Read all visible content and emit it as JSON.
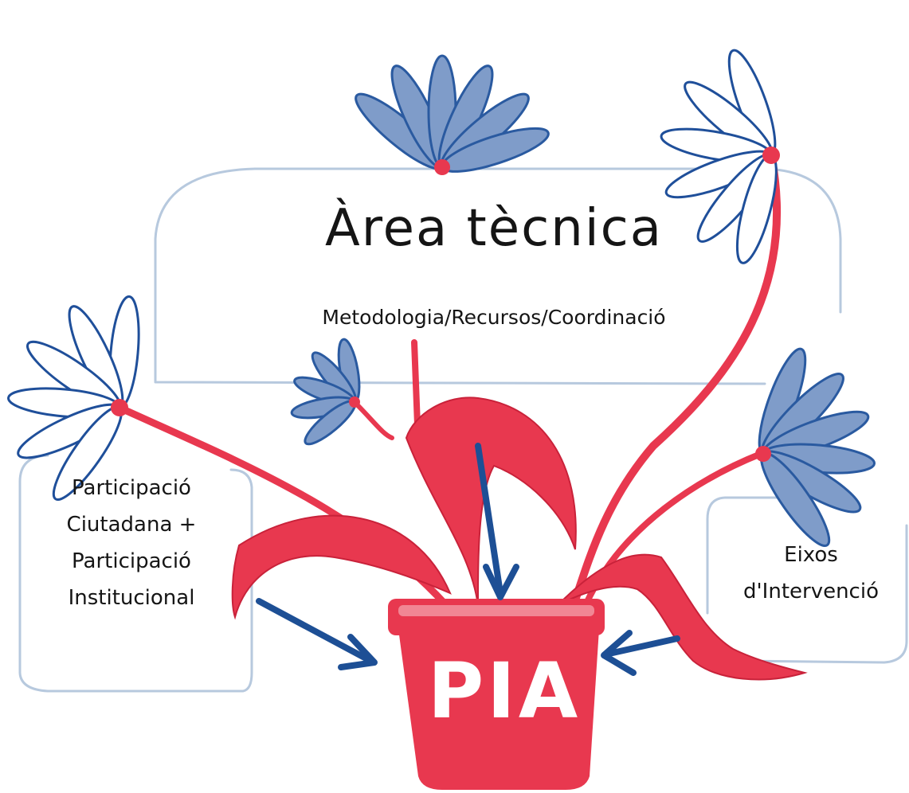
{
  "diagram": {
    "title": "Àrea tècnica",
    "subtitle": "Metodologia/Recursos/Coordinació",
    "left_box": {
      "lines": [
        "Participació",
        "Ciutadana +",
        "Participació",
        "Institucional"
      ]
    },
    "right_box": {
      "lines": [
        "Eixos",
        "d'Intervenció"
      ]
    },
    "pot_label": "PIA"
  },
  "colors": {
    "blue_fill": "#7f9cc9",
    "blue_outline": "#1f4f9a",
    "red": "#e8384f",
    "box_outline": "#b7c9de",
    "arrow": "#1d4f95",
    "text": "#151515"
  },
  "icons": [
    "flower-icon",
    "leaf-icon",
    "pot-icon",
    "arrow-icon"
  ]
}
